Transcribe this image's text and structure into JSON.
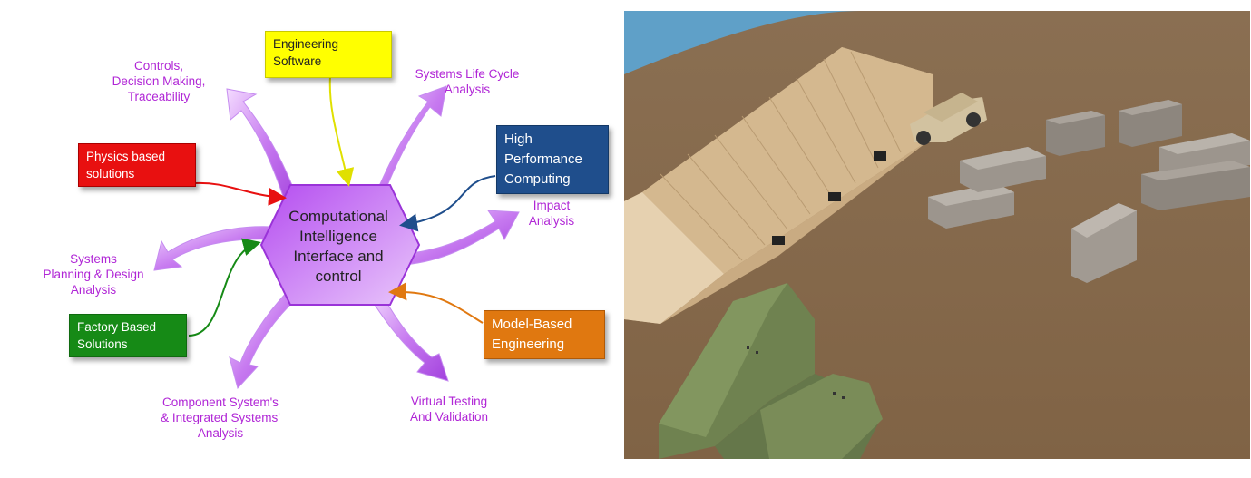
{
  "diagram": {
    "center": "Computational\nIntelligence\nInterface and\ncontrol",
    "inputs": [
      {
        "id": "engineering-software",
        "text": "Engineering\nSoftware",
        "color": "#ffff00",
        "text_color": "#222222"
      },
      {
        "id": "physics-based",
        "text": "Physics based\nsolutions",
        "color": "#e81010",
        "text_color": "#ffffff"
      },
      {
        "id": "high-performance",
        "text": "High\nPerformance\nComputing",
        "color": "#1f4e8c",
        "text_color": "#ffffff"
      },
      {
        "id": "factory-based",
        "text": "Factory Based\nSolutions",
        "color": "#168a16",
        "text_color": "#ffffff"
      },
      {
        "id": "model-based",
        "text": "Model-Based\nEngineering",
        "color": "#e07810",
        "text_color": "#ffffff"
      }
    ],
    "outputs": [
      {
        "id": "controls",
        "text": "Controls,\nDecision Making,\nTraceability"
      },
      {
        "id": "life-cycle",
        "text": "Systems Life Cycle\nAnalysis"
      },
      {
        "id": "impact",
        "text": "Impact\nAnalysis"
      },
      {
        "id": "planning",
        "text": "Systems\nPlanning & Design\nAnalysis"
      },
      {
        "id": "component",
        "text": "Component  System's\n& Integrated Systems'\nAnalysis"
      },
      {
        "id": "virtual-testing",
        "text": "Virtual Testing\nAnd Validation"
      }
    ],
    "accent_color": "#b026d6"
  },
  "render": {
    "sky_color": "#5fa0c8",
    "ground_color": "#8f7455",
    "tent_color": "#d7bd97",
    "container_color": "#9c958d",
    "military_color": "#6f8250"
  }
}
